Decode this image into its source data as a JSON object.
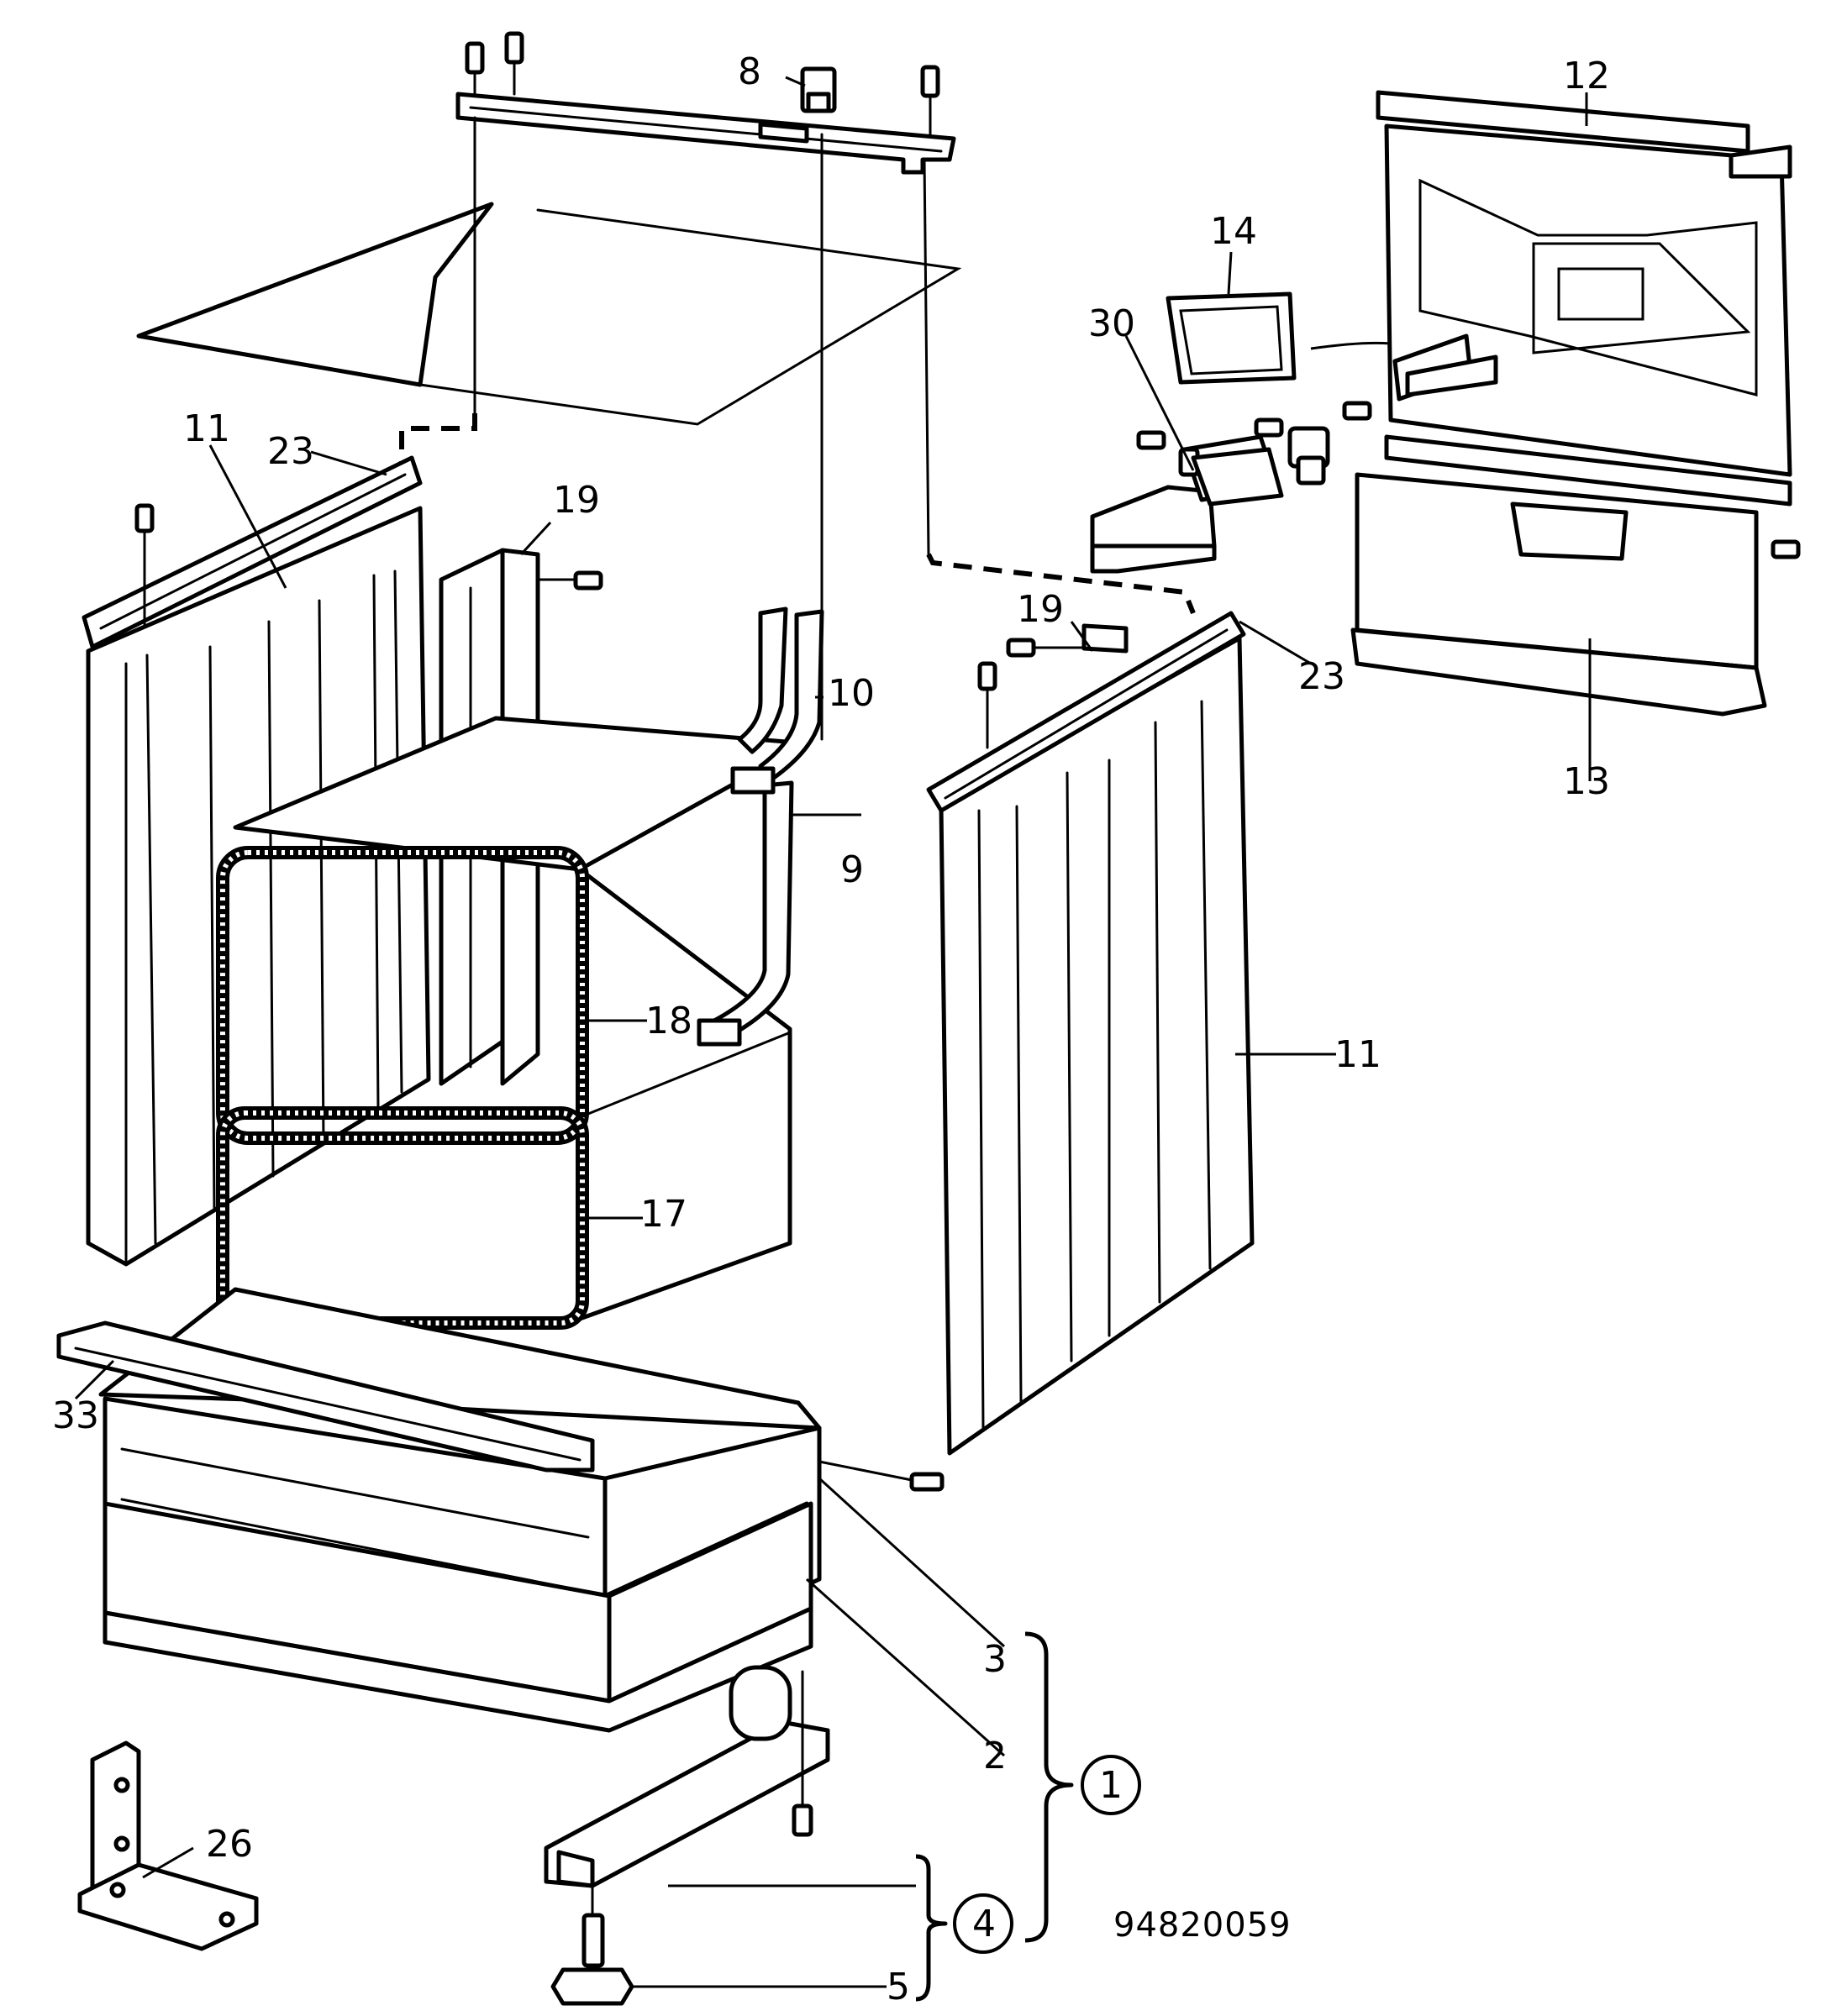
{
  "drawing_number": "94820059",
  "colors": {
    "ink": "#000000",
    "paper": "#ffffff"
  },
  "callouts": [
    {
      "id": "c1",
      "text": "1",
      "circled": true
    },
    {
      "id": "c2",
      "text": "2"
    },
    {
      "id": "c3",
      "text": "3"
    },
    {
      "id": "c4",
      "text": "4",
      "circled": true
    },
    {
      "id": "c5",
      "text": "5"
    },
    {
      "id": "c8",
      "text": "8"
    },
    {
      "id": "c9",
      "text": "9"
    },
    {
      "id": "c10",
      "text": "10"
    },
    {
      "id": "c11a",
      "text": "11"
    },
    {
      "id": "c11b",
      "text": "11"
    },
    {
      "id": "c12",
      "text": "12"
    },
    {
      "id": "c13",
      "text": "13"
    },
    {
      "id": "c14",
      "text": "14"
    },
    {
      "id": "c17",
      "text": "17"
    },
    {
      "id": "c18",
      "text": "18"
    },
    {
      "id": "c19a",
      "text": "19"
    },
    {
      "id": "c19b",
      "text": "19"
    },
    {
      "id": "c23a",
      "text": "23"
    },
    {
      "id": "c23b",
      "text": "23"
    },
    {
      "id": "c26",
      "text": "26"
    },
    {
      "id": "c30",
      "text": "30"
    },
    {
      "id": "c33",
      "text": "33"
    }
  ]
}
